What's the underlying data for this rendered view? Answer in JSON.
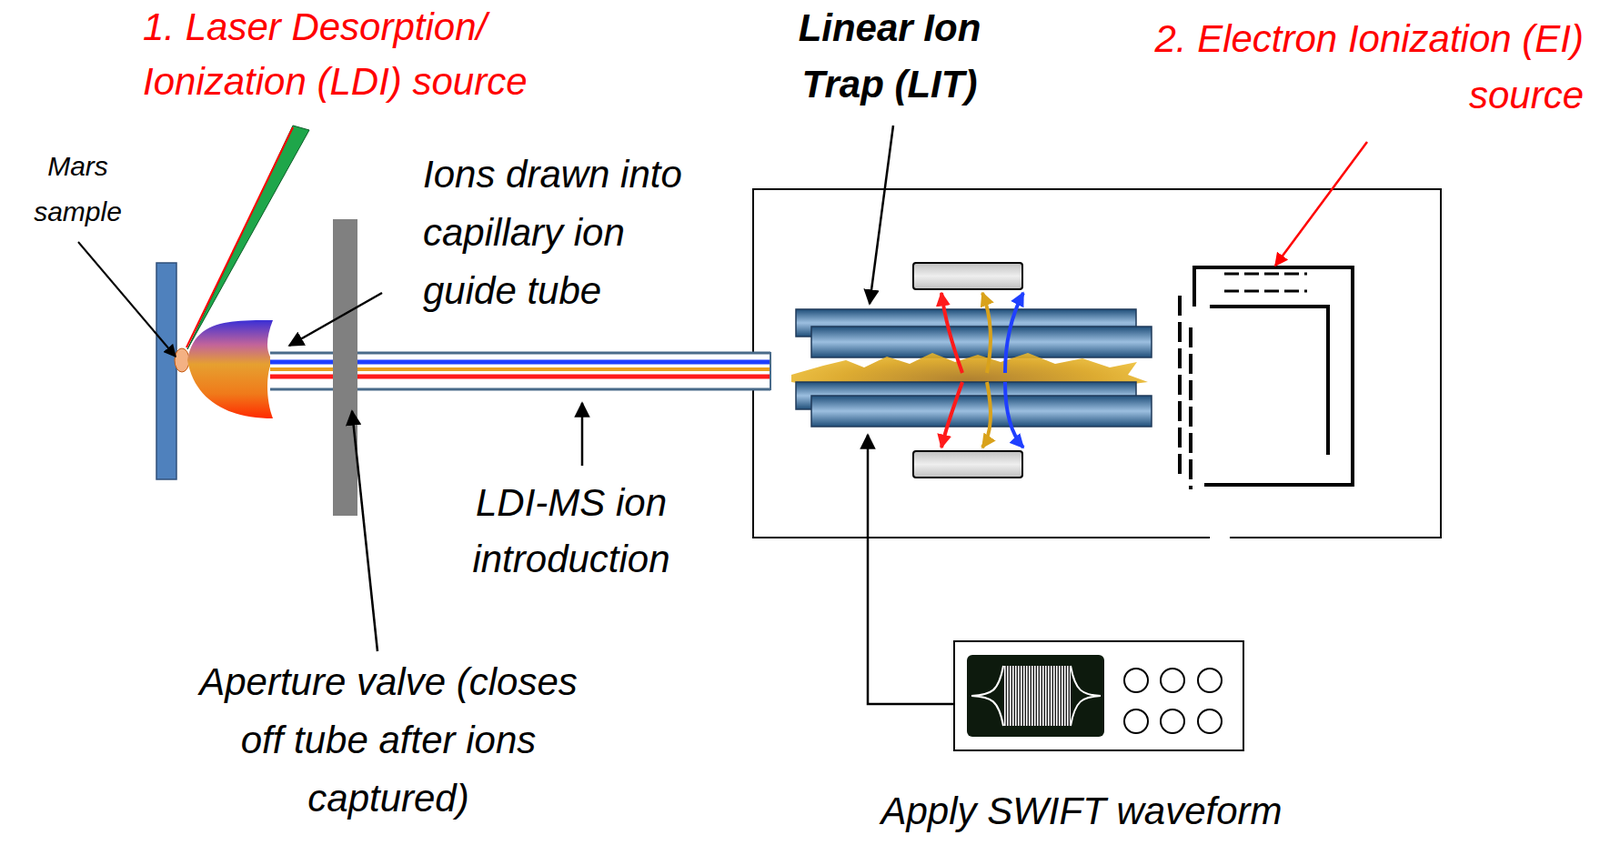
{
  "diagram": {
    "labels": [
      "1. Laser Desorption/ Ionization (LDI) source",
      "Mars sample",
      "Ions drawn into capillary ion guide tube",
      "Linear Ion Trap (LIT)",
      "2. Electron Ionization (EI) source",
      "LDI-MS ion introduction",
      "Aperture valve (closes off tube after ions captured)",
      "Apply SWIFT waveform"
    ]
  }
}
